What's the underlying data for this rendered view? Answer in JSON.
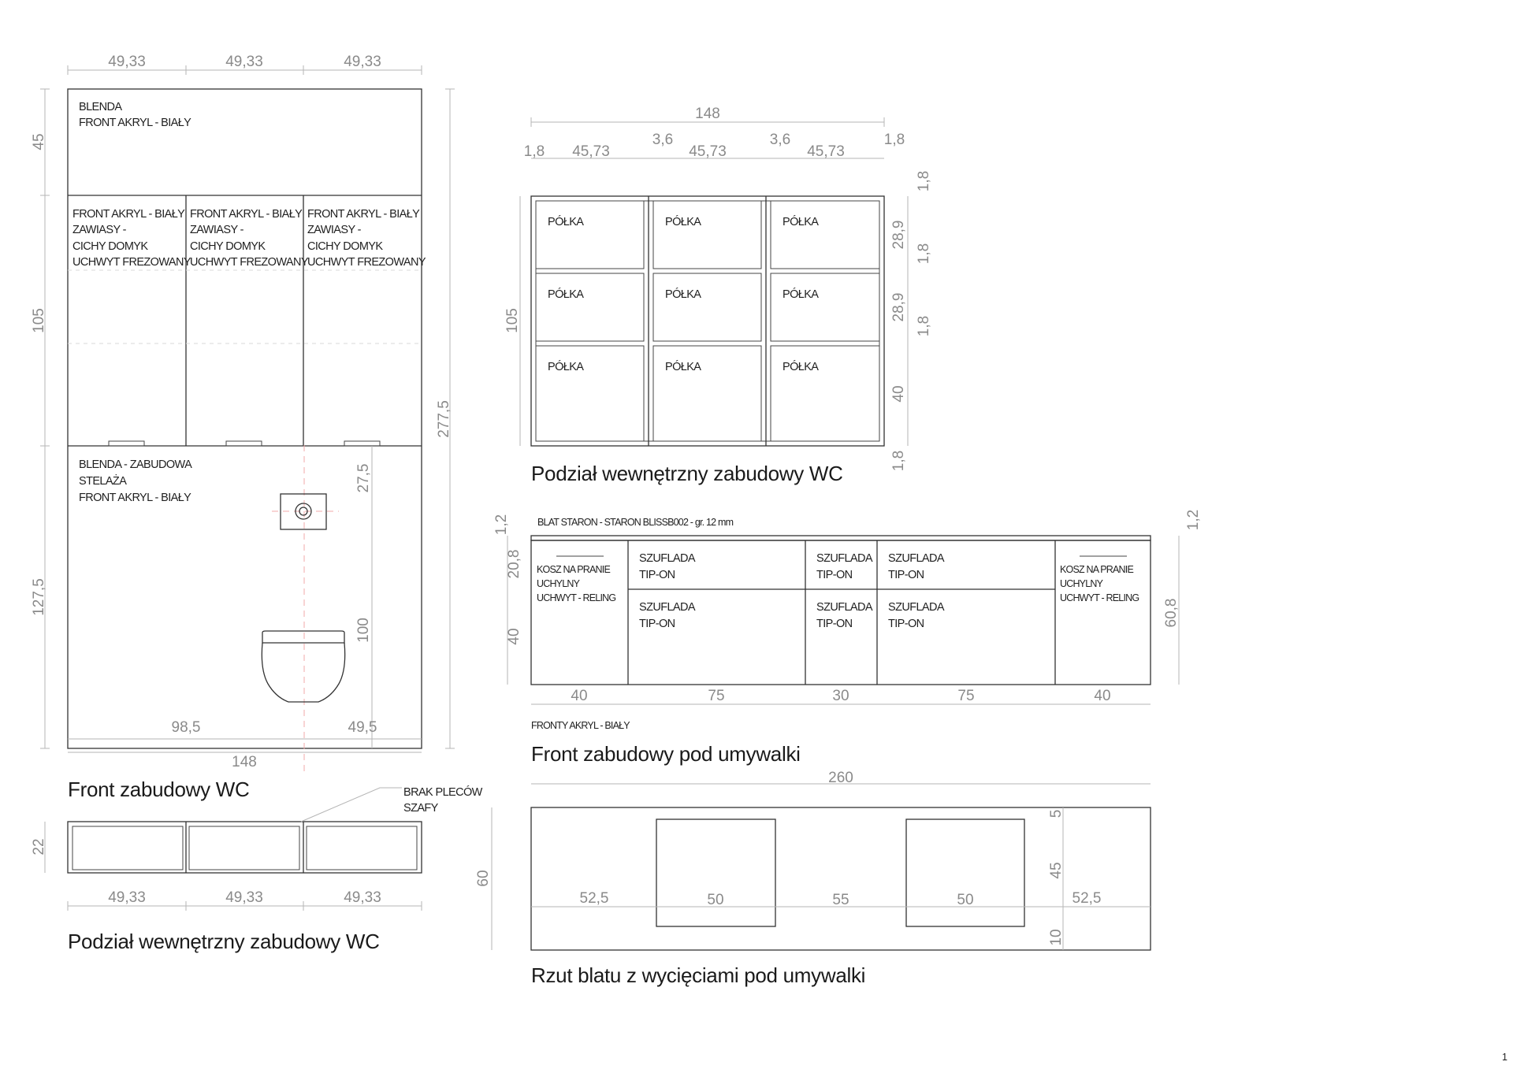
{
  "wc_front": {
    "top_dims": [
      "49,33",
      "49,33",
      "49,33"
    ],
    "left_dims": [
      "45",
      "105",
      "127,5"
    ],
    "right_dim": "277,5",
    "blenda_top": [
      "BLENDA",
      "FRONT AKRYL - BIAŁY"
    ],
    "door_label": [
      "FRONT AKRYL - BIAŁY",
      "ZAWIASY -",
      "CICHY DOMYK",
      "UCHWYT FREZOWANY"
    ],
    "blenda_bottom": [
      "BLENDA - ZABUDOWA",
      "STELAŻA",
      "FRONT AKRYL - BIAŁY"
    ],
    "dim_27_5": "27,5",
    "dim_100": "100",
    "dim_98_5": "98,5",
    "dim_49_5": "49,5",
    "dim_148": "148",
    "title": "Front zabudowy WC"
  },
  "wc_plan": {
    "note": [
      "BRAK PLECÓW",
      "SZAFY"
    ],
    "left_dim": "22",
    "bottom_dims": [
      "49,33",
      "49,33",
      "49,33"
    ],
    "title": "Podział wewnętrzny zabudowy WC"
  },
  "shelves": {
    "total_dim": "148",
    "sub_dims": [
      "1,8",
      "45,73",
      "3,6",
      "45,73",
      "3,6",
      "45,73",
      "1,8"
    ],
    "left_dim": "105",
    "right_dims": [
      "1,8",
      "28,9",
      "1,8",
      "28,9",
      "1,8",
      "40",
      "1,8"
    ],
    "shelf_label": "PÓŁKA",
    "title": "Podział wewnętrzny zabudowy WC"
  },
  "vanity": {
    "top_label": "BLAT STARON - STARON BLISSB002 - gr. 12 mm",
    "left_dims": [
      "1,2",
      "20,8",
      "40"
    ],
    "right_dims": [
      "1,2",
      "60,8"
    ],
    "basket_label": [
      "KOSZ NA PRANIE",
      "UCHYLNY",
      "UCHWYT - RELING"
    ],
    "drawer_label": [
      "SZUFLADA",
      "TIP-ON"
    ],
    "bottom_dims": [
      "40",
      "75",
      "30",
      "75",
      "40"
    ],
    "fronts_note": "FRONTY AKRYL - BIAŁY",
    "title": "Front zabudowy pod umywalki"
  },
  "countertop": {
    "total_dim": "260",
    "left_dim": "60",
    "h_dims": [
      "52,5",
      "50",
      "55",
      "50",
      "52,5"
    ],
    "v_dims": [
      "5",
      "45",
      "10"
    ],
    "title": "Rzut blatu z wycięciami pod umywalki"
  },
  "page_mark": "1"
}
